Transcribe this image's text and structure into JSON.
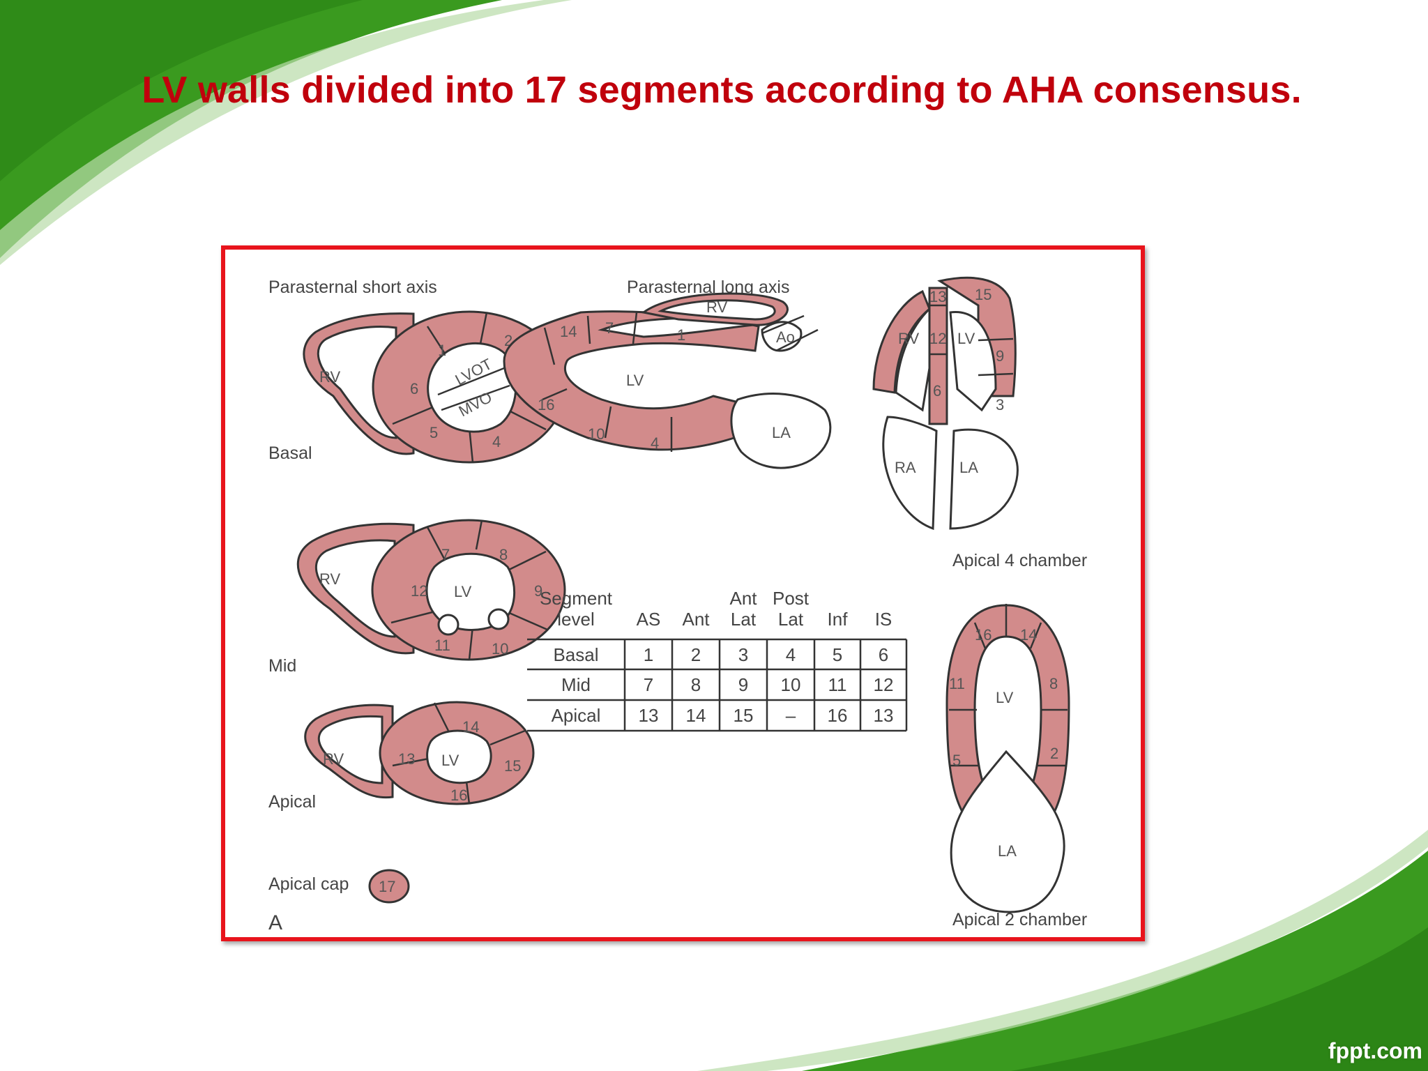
{
  "slide": {
    "title": "LV walls divided into 17 segments according to AHA consensus.",
    "watermark": "fppt.com"
  },
  "colors": {
    "title": "#c0000c",
    "frame": "#e8141c",
    "segment_fill": "#d28b8b",
    "green": "#3a9a1f"
  },
  "diagram": {
    "psax_title": "Parasternal short axis",
    "plax_title": "Parasternal long axis",
    "a4c_title": "Apical 4 chamber",
    "a2c_title": "Apical 2 chamber",
    "level_basal": "Basal",
    "level_mid": "Mid",
    "level_apical": "Apical",
    "level_cap": "Apical cap",
    "panel_letter": "A",
    "labels": {
      "rv": "RV",
      "lv": "LV",
      "la": "LA",
      "ra": "RA",
      "ao": "Ao",
      "lvot": "LVOT",
      "mvo": "MVO"
    },
    "basal_segments": [
      "1",
      "2",
      "3",
      "4",
      "5",
      "6"
    ],
    "mid_segments": [
      "7",
      "8",
      "9",
      "10",
      "11",
      "12"
    ],
    "apical_segments": [
      "13",
      "14",
      "15",
      "16"
    ],
    "cap_segment": "17",
    "plax_segments": [
      "14",
      "7",
      "1",
      "16",
      "10",
      "4"
    ],
    "a4c_segments": [
      "13",
      "15",
      "12",
      "9",
      "6",
      "3"
    ],
    "a2c_segments": [
      "16",
      "14",
      "11",
      "8",
      "5",
      "2"
    ]
  },
  "table": {
    "header": [
      "Segment level",
      "AS",
      "Ant",
      "Ant Lat",
      "Post Lat",
      "Inf",
      "IS"
    ],
    "rows": [
      [
        "Basal",
        "1",
        "2",
        "3",
        "4",
        "5",
        "6"
      ],
      [
        "Mid",
        "7",
        "8",
        "9",
        "10",
        "11",
        "12"
      ],
      [
        "Apical",
        "13",
        "14",
        "15",
        "–",
        "16",
        "13"
      ]
    ]
  }
}
